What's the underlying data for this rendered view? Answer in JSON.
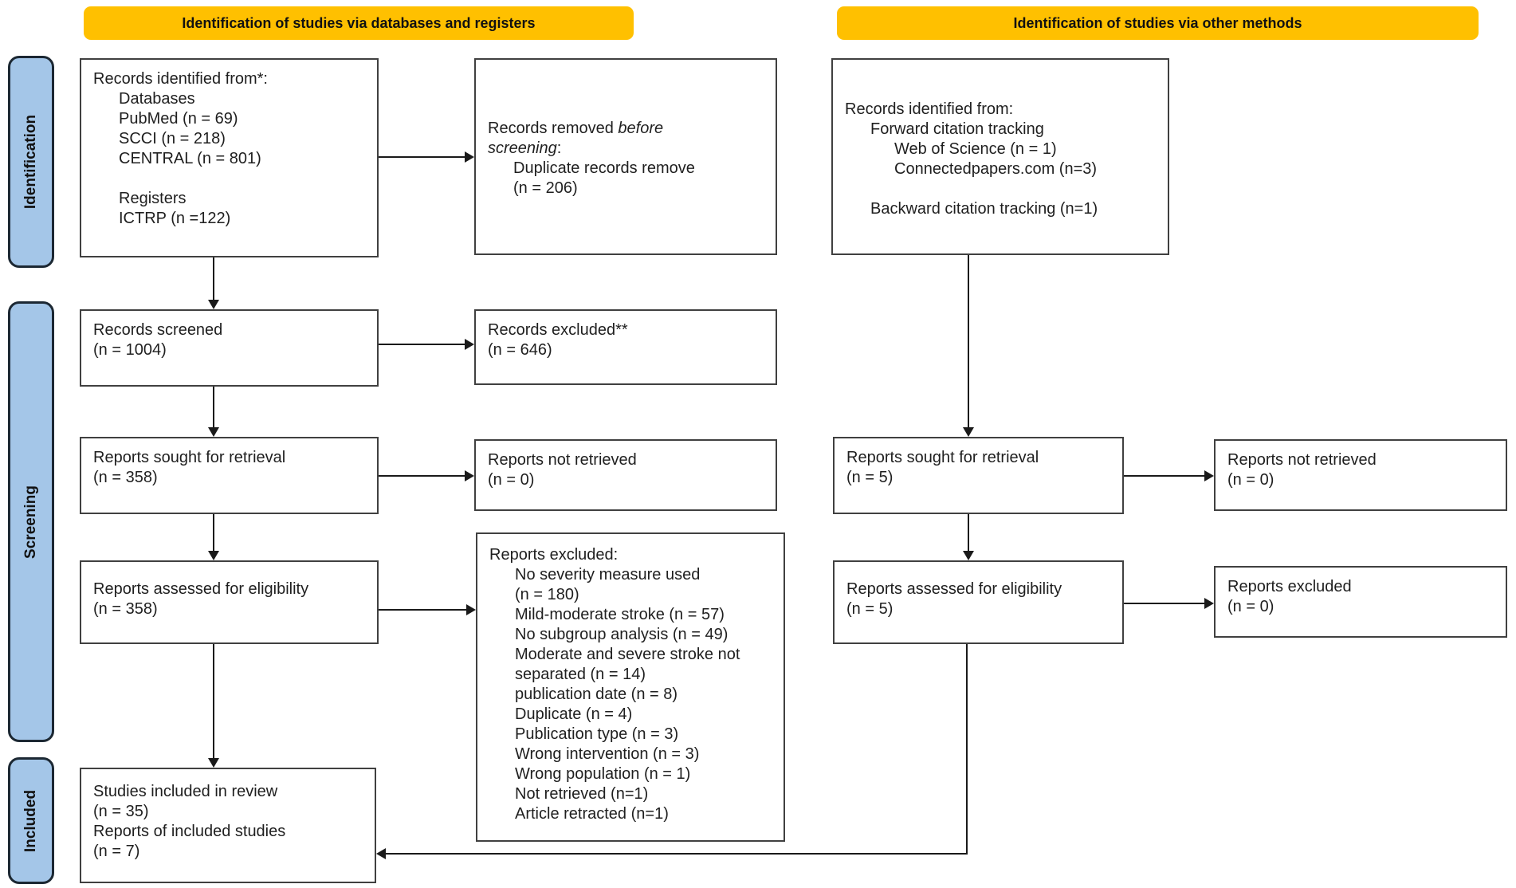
{
  "headers": {
    "left": "Identification of studies via databases and registers",
    "right": "Identification of studies via other methods"
  },
  "stages": {
    "identification": "Identification",
    "screening": "Screening",
    "included": "Included"
  },
  "colors": {
    "header_bg": "#FFC000",
    "stage_bg": "#A4C6E8",
    "stage_border": "#1C2833",
    "box_border": "#404040",
    "arrow": "#1A1A1A"
  },
  "boxes": {
    "records_identified_db": {
      "lines": [
        {
          "text": "Records identified from*:",
          "indent": 0
        },
        {
          "text": "Databases",
          "indent": 1
        },
        {
          "text": "PubMed (n = 69)",
          "indent": 1
        },
        {
          "text": "SCCI (n = 218)",
          "indent": 1
        },
        {
          "text": "CENTRAL (n = 801)",
          "indent": 1
        },
        {
          "text": "",
          "indent": 1
        },
        {
          "text": "Registers",
          "indent": 1
        },
        {
          "text": "ICTRP (n =122)",
          "indent": 1
        }
      ]
    },
    "records_removed": {
      "prefix": "Records removed ",
      "italic_word1": "before",
      "italic_word2": "screening",
      "suffix": ":",
      "detail_line1": "Duplicate records remove",
      "detail_line2": "(n = 206)"
    },
    "records_screened": {
      "line1": "Records screened",
      "line2": "(n = 1004)"
    },
    "records_excluded": {
      "line1": "Records excluded**",
      "line2": "(n = 646)"
    },
    "reports_sought_db": {
      "line1": "Reports sought for retrieval",
      "line2": "(n = 358)"
    },
    "reports_not_retrieved_db": {
      "line1": "Reports not retrieved",
      "line2": "(n = 0)"
    },
    "reports_assessed_db": {
      "line1": "Reports assessed for eligibility",
      "line2": "(n = 358)"
    },
    "reports_excluded_reasons": {
      "lines": [
        {
          "text": "Reports excluded:",
          "indent": 0
        },
        {
          "text": "No severity measure used",
          "indent": 1
        },
        {
          "text": "(n = 180)",
          "indent": 1
        },
        {
          "text": "Mild-moderate stroke (n = 57)",
          "indent": 1
        },
        {
          "text": "No subgroup analysis (n = 49)",
          "indent": 1
        },
        {
          "text": "Moderate and severe stroke not",
          "indent": 1
        },
        {
          "text": "separated (n = 14)",
          "indent": 1
        },
        {
          "text": "publication date (n = 8)",
          "indent": 1
        },
        {
          "text": "Duplicate (n = 4)",
          "indent": 1
        },
        {
          "text": "Publication type (n = 3)",
          "indent": 1
        },
        {
          "text": "Wrong intervention (n = 3)",
          "indent": 1
        },
        {
          "text": "Wrong population (n = 1)",
          "indent": 1
        },
        {
          "text": "Not retrieved (n=1)",
          "indent": 1
        },
        {
          "text": "Article retracted (n=1)",
          "indent": 1
        }
      ]
    },
    "studies_included": {
      "line1": "Studies included in review",
      "line2": "(n = 35)",
      "line3": "Reports of included studies",
      "line4": "(n = 7)"
    },
    "records_identified_other": {
      "lines": [
        {
          "text": "Records identified from:",
          "indent": 0
        },
        {
          "text": "Forward citation tracking",
          "indent": 1
        },
        {
          "text": "Web of Science (n = 1)",
          "indent": 2
        },
        {
          "text": "Connectedpapers.com (n=3)",
          "indent": 2
        },
        {
          "text": "",
          "indent": 1
        },
        {
          "text": "Backward citation tracking (n=1)",
          "indent": 1
        }
      ]
    },
    "reports_sought_other": {
      "line1": "Reports sought for retrieval",
      "line2": "(n = 5)"
    },
    "reports_not_retrieved_other": {
      "line1": "Reports not retrieved",
      "line2": "(n = 0)"
    },
    "reports_assessed_other": {
      "line1": "Reports assessed for eligibility",
      "line2": "(n = 5)"
    },
    "reports_excluded_other": {
      "line1": "Reports excluded",
      "line2": "(n = 0)"
    }
  }
}
